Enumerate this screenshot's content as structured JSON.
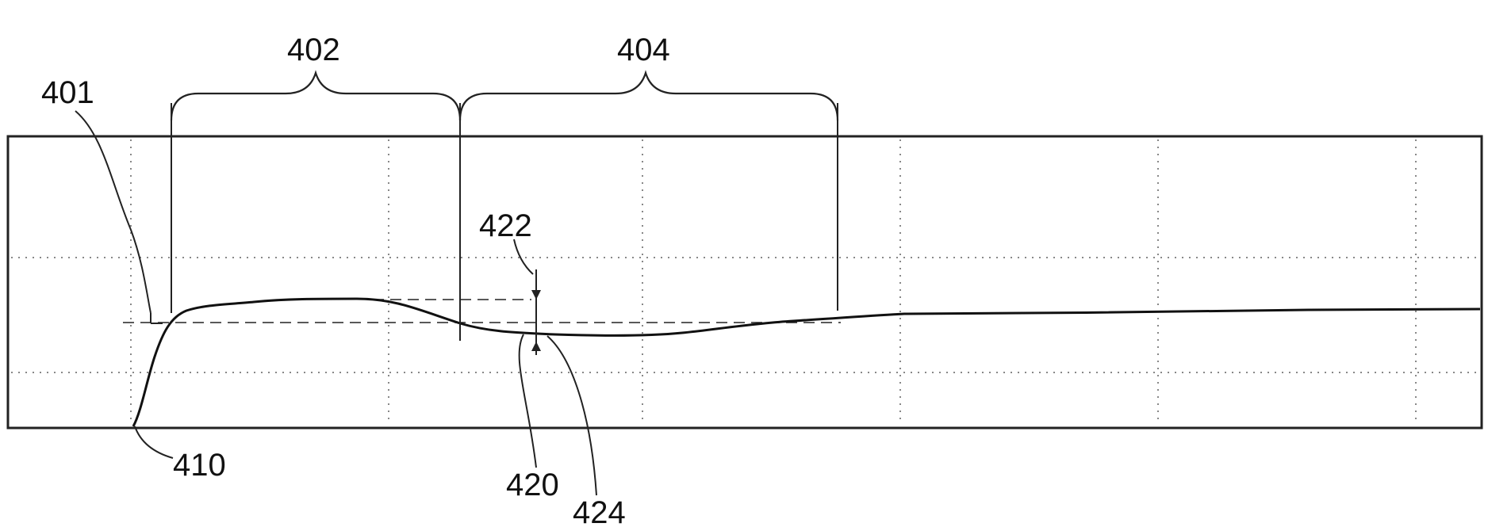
{
  "figure": {
    "labels": {
      "ref_401": "401",
      "ref_402": "402",
      "ref_404": "404",
      "ref_410": "410",
      "ref_420": "420",
      "ref_422": "422",
      "ref_424": "424"
    },
    "colors": {
      "background": "#ffffff",
      "line": "#111111",
      "grid": "#888888"
    }
  }
}
